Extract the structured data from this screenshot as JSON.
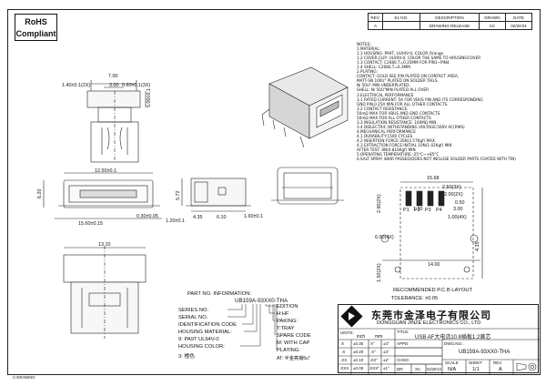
{
  "rohs": {
    "line1": "RoHS",
    "line2": "Compliant"
  },
  "revision_table": {
    "headers": [
      "REV.",
      "EL NO.",
      "DESCRIPTION",
      "DRAWN",
      "DATE"
    ],
    "row": [
      "A",
      "",
      "DRAWING RELEASE",
      "XC",
      "02/26'24"
    ]
  },
  "notes": [
    "NOTES:",
    "1.MATERIAL:",
    "1.1 HOUSING: PA9T, UL94V-0, COLOR Orange",
    "1.2 COVER,CLIP: UL94V-0, COLOR THE SAME TO HOUSINGCOVER",
    "1.3 CONTACT: C2680,T=0.25MM FOR PIN1~PIN4",
    "1.4 SHELL: C2680,T=0.3MM.",
    "2.PLATING:",
    "CONTACT: GOLD SEE P/N PLATED ON CONTACT AREA,",
    "           MATT-SN 100U\" PLATED ON SOLDER TAILS.",
    "           Ni 50U\" MIN UNDERPLATED.",
    "SHELL: Ni 50U\"MIN PLATED ALL OVER",
    "3.ELECTRICAL PERFORMANCE",
    "3.1 RATED CURRENT: 5A FOR VBUS PIN AND ITS CORRESPONDING",
    "                          GND PIN,0.25A MIN FOR ALL OTHER CONTACTS.",
    "3.2 CONTACT RESISTANCE:",
    "       50mΩ MAX FOR VBUS AND GND CONTACTS",
    "       50mΩ MAX FOR ALL OTHER CONTACTS",
    "3.3 INSULATION RESISTANCE: 100MΩ MIN.",
    "3.4 DIELECTRIC WITHSTANDING VOLTAGE:500V AC(RMS)",
    "4.MECHANICAL PERFORMANCE",
    "4.1 DURABILITY:1500 CYCLES",
    "4.2 INSERTION FORCE:35N(3.57Kgf) MAX.",
    "4.3 EXTRACTION FORCE:INITIAL  10N(1.02Kgf) MIN",
    "            AFTER TEST: 8N(0.816Kgf) MIN",
    "5.OPERATING TEMPERATURE:-25°C~+85°C",
    "6.SALT SPRAY 48HR PASSED(DOES NOT INCLUSE SOLDER PARTS COATED WITH TIN)"
  ],
  "dims": {
    "top_view": {
      "w700": "7.00",
      "w300": "3.00",
      "left": "1.40±0.1(2X)",
      "right": "0.60±0.1(3X)",
      "height": "5.00±0.1"
    },
    "front_view": {
      "w1250": "12.50±0.1",
      "h620": "6.20",
      "w1560": "15.60±0.15",
      "t030": "0.30±0.05"
    },
    "side_view": {
      "h572": "5.72",
      "t120": "1.20±0.1",
      "w435": "4.35",
      "w610": "6.10",
      "w160": "1.60±0.1"
    },
    "bottom_view": {
      "w1310": "13.10"
    },
    "pcb": {
      "w1568": "15.68",
      "w250": "2.50(3X)",
      "w200": "2.00(2X)",
      "w110": "1.10",
      "h290": "2.90(2X)",
      "w600": "6.00(4X)",
      "w1400": "14.00",
      "h435": "4.35",
      "h150": "1.50(2X)",
      "w050": "0.50",
      "w300": "3.00",
      "w100": "1.00(4X)",
      "pins": [
        "P1",
        "P2",
        "P3",
        "P4"
      ],
      "title": "RECOMMENDED P.C.B LAYOUT",
      "tolerance": "TOLERANCE: ±0.05"
    }
  },
  "part_number": {
    "header": "PART NO. INFORMATION:",
    "code": "UB159A-93XX0-THA",
    "left": [
      "SERIES NO.",
      "SERIAL NO.",
      "IDENTIFICATION CODE",
      "HOUSING MATERIAL:",
      "9: PA9T   UL94V-0",
      "HOUSING COLOR:",
      "3: 橙色"
    ],
    "right": [
      "EDITION",
      "H:HF",
      "PAKING:",
      "T:TRAY",
      "SPARE CODE",
      "M: WITH CAP",
      "PLATING:",
      "AT: 半金亮锡5u\""
    ]
  },
  "title_block": {
    "company_cn": "东莞市金泽电子有限公司",
    "company_en": "DONGGUAN JINZE ELECTRONICS CO., LTD",
    "title_label": "TITLE:",
    "title": "USB AF大电流10.8插板1.2黄芯",
    "units_label": "UNITS:",
    "units": [
      "inch",
      "mm"
    ],
    "tol_rows": [
      [
        "X",
        "±0.30",
        "X°",
        "±4°"
      ],
      [
        ".X",
        "±0.20",
        ".X°",
        "±3°"
      ],
      [
        ".XX",
        "±0.10",
        ".XX°",
        "±2°"
      ],
      [
        ".XXX",
        "±0.05",
        ".XXX°",
        "±1°"
      ]
    ],
    "appd": "APPD:",
    "chkd": "CHKD:",
    "dr": "DR:",
    "drawn": "XC",
    "date": "02/26'24",
    "dwg_label": "DWG.NO.:",
    "dwg_no": "UB159A-93XX0-THA",
    "scale_label": "SCALE",
    "scale": "N/A",
    "sheet_label": "SHEET",
    "sheet": "1/1",
    "rev_label": "REV.",
    "rev": "A"
  },
  "footer": "C-DRAWING"
}
